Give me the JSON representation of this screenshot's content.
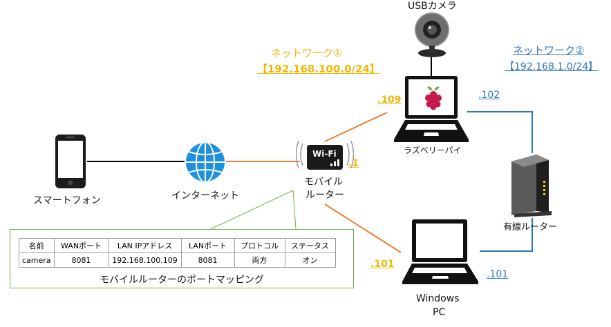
{
  "nodes": {
    "camera": "USBカメラ",
    "raspi": "ラズベリーパイ",
    "smartphone": "スマートフォン",
    "internet": "インターネット",
    "mobile_router": [
      "モバイル",
      "ルーター"
    ],
    "wired_router": "有線ルーター",
    "windows_pc": [
      "Windows",
      "PC"
    ],
    "wifi_badge": "Wi-Fi"
  },
  "networks": {
    "net1": {
      "name": "ネットワーク①",
      "subnet": "【192.168.100.0/24】"
    },
    "net2": {
      "name": "ネットワーク②",
      "subnet": "【192.168.1.0/24】"
    }
  },
  "addresses": {
    "raspi_net1": ".109",
    "router_net1": ".1",
    "pc_net1": ".101",
    "raspi_net2": ".102",
    "pc_net2": ".101"
  },
  "port_mapping": {
    "caption": "モバイルルーターのポートマッピング",
    "headers": [
      "名前",
      "WANポート",
      "LAN IPアドレス",
      "LANポート",
      "プロトコル",
      "ステータス"
    ],
    "rows": [
      [
        "camera",
        "8081",
        "192.168.100.109",
        "8081",
        "両方",
        "オン"
      ]
    ]
  },
  "colors": {
    "net1_line": "#ed7d31",
    "net1_text": "#f2b705",
    "net2": "#2e75b6",
    "box_border": "#70ad47",
    "internet_globe": "#1e90e0"
  }
}
